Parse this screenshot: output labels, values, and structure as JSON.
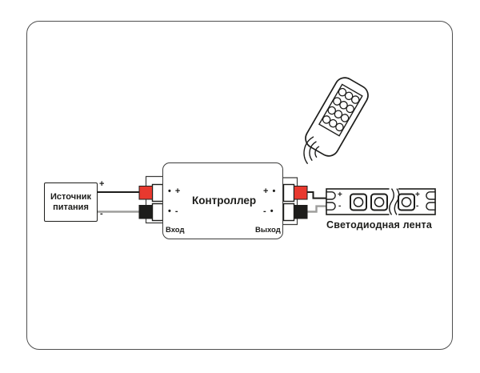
{
  "colors": {
    "positive": "#e8392f",
    "negative": "#1d1d1b",
    "wire_positive": "#1d1d1b",
    "wire_negative": "#9d9d9c",
    "outline": "#3c3c3b"
  },
  "power_supply": {
    "name_line1": "Источник",
    "name_line2": "питания",
    "plus": "+",
    "minus": "-"
  },
  "controller": {
    "title": "Контроллер",
    "input_label": "Вход",
    "output_label": "Выход",
    "input_plus_mark": "• +",
    "input_minus_mark": "• -",
    "output_plus_mark": "+ •",
    "output_minus_mark": "- •"
  },
  "led_strip": {
    "label": "Светодиодная лента",
    "left_plus": "+",
    "left_minus": "-",
    "right_plus": "+",
    "right_minus": "-"
  }
}
